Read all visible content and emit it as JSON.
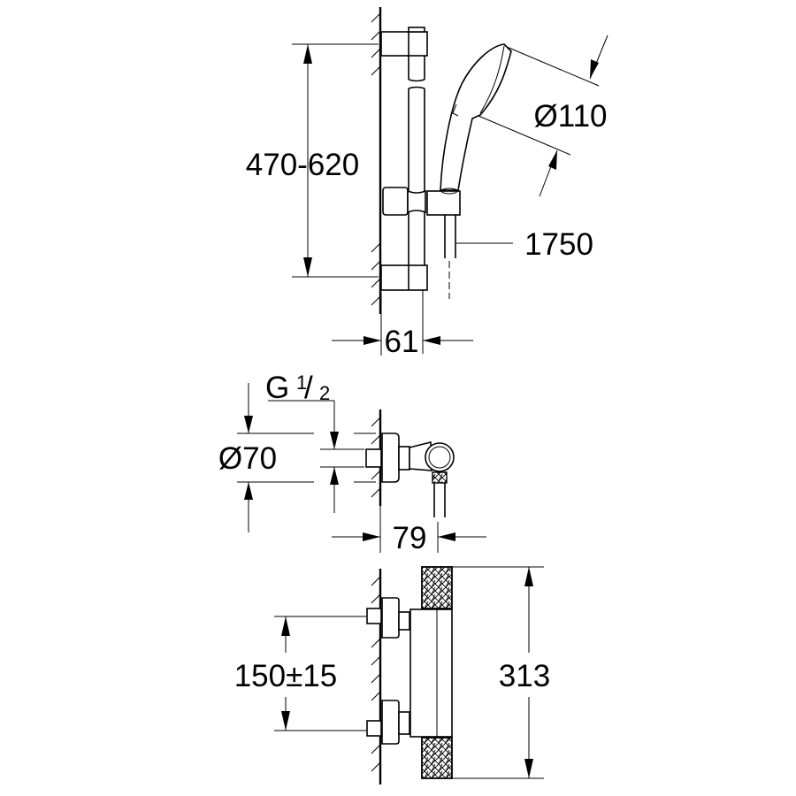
{
  "drawing": {
    "top_view": {
      "rail_height_dimension": "470-620",
      "head_diameter": "Ø110",
      "hose_length": "1750",
      "rail_projection": "61"
    },
    "middle_view": {
      "thread_letter": "G",
      "thread_numerator": "1",
      "thread_denominator": "2",
      "rosette_diameter": "Ø70",
      "elbow_projection": "79"
    },
    "bottom_view": {
      "inlet_spacing": "150±15",
      "body_length": "313"
    }
  }
}
